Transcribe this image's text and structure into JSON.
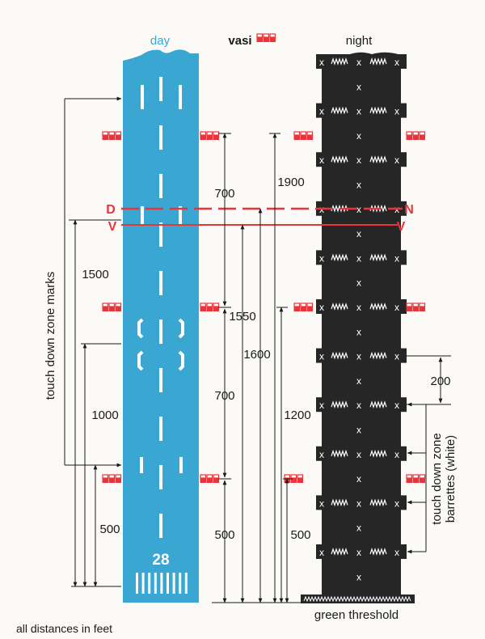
{
  "headers": {
    "day": "day",
    "vasi": "vasi",
    "night": "night"
  },
  "lines": {
    "d": "D",
    "n": "N",
    "v_left": "V",
    "v_right": "V"
  },
  "dimensions": {
    "d700_top": "700",
    "d1900": "1900",
    "d1500": "1500",
    "d1550": "1550",
    "d1600": "1600",
    "d700_mid": "700",
    "d1000": "1000",
    "d1200": "1200",
    "d500_left": "500",
    "d500_mid": "500",
    "d500_right": "500",
    "d200": "200"
  },
  "runway_number": "28",
  "labels": {
    "tdz_marks": "touch down zone marks",
    "tdz_barrettes_1": "touch down zone",
    "tdz_barrettes_2": "barrettes (white)",
    "green_threshold": "green threshold",
    "footer": "all distances in feet"
  },
  "colors": {
    "day": "#3aa6d2",
    "night": "#262626",
    "red": "#e8343a",
    "ink": "#1a1a1a"
  }
}
